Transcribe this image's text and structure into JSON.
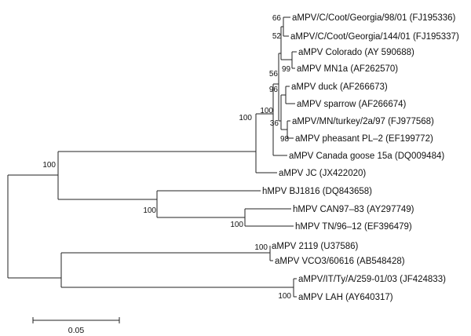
{
  "tree": {
    "scale_label": "0.05",
    "leaves": [
      {
        "id": "coot98",
        "label": "aMPV/C/Coot/Georgia/98/01 (FJ195336)"
      },
      {
        "id": "coot144",
        "label": "aMPV/C/Coot/Georgia/144/01 (FJ195337)"
      },
      {
        "id": "colorado",
        "label": "aMPV Colorado (AY 590688)"
      },
      {
        "id": "mn1a",
        "label": "aMPV MN1a (AF262570)"
      },
      {
        "id": "duck",
        "label": "aMPV duck (AF266673)"
      },
      {
        "id": "sparrow",
        "label": "aMPV sparrow (AF266674)"
      },
      {
        "id": "mnturkey",
        "label": "aMPV/MN/turkey/2a/97 (FJ977568)"
      },
      {
        "id": "pheasant",
        "label": "aMPV pheasant PL–2 (EF199772)"
      },
      {
        "id": "canada",
        "label": "aMPV Canada goose 15a (DQ009484)"
      },
      {
        "id": "jc",
        "label": "aMPV JC (JX422020)"
      },
      {
        "id": "bj1816",
        "label": "hMPV BJ1816 (DQ843658)"
      },
      {
        "id": "can97",
        "label": "hMPV CAN97–83 (AY297749)"
      },
      {
        "id": "tn96",
        "label": "hMPV TN/96–12 (EF396479)"
      },
      {
        "id": "a2119",
        "label": "aMPV 2119 (U37586)"
      },
      {
        "id": "vco3",
        "label": "aMPV VCO3/60616 (AB548428)"
      },
      {
        "id": "itty",
        "label": "aMPV/IT/Ty/A/259-01/03 (JF424833)"
      },
      {
        "id": "lah",
        "label": "aMPV LAH (AY640317)"
      }
    ],
    "bootstrap": [
      {
        "id": "b66",
        "value": "66"
      },
      {
        "id": "b52",
        "value": "52"
      },
      {
        "id": "b99",
        "value": "99"
      },
      {
        "id": "b56",
        "value": "56"
      },
      {
        "id": "b96",
        "value": "96"
      },
      {
        "id": "b100a",
        "value": "100"
      },
      {
        "id": "b36",
        "value": "36"
      },
      {
        "id": "b98",
        "value": "98"
      },
      {
        "id": "b100b",
        "value": "100"
      },
      {
        "id": "b100root",
        "value": "100"
      },
      {
        "id": "b100h",
        "value": "100"
      },
      {
        "id": "b100h2",
        "value": "100"
      },
      {
        "id": "b100c",
        "value": "100"
      },
      {
        "id": "b100d",
        "value": "100"
      }
    ]
  }
}
